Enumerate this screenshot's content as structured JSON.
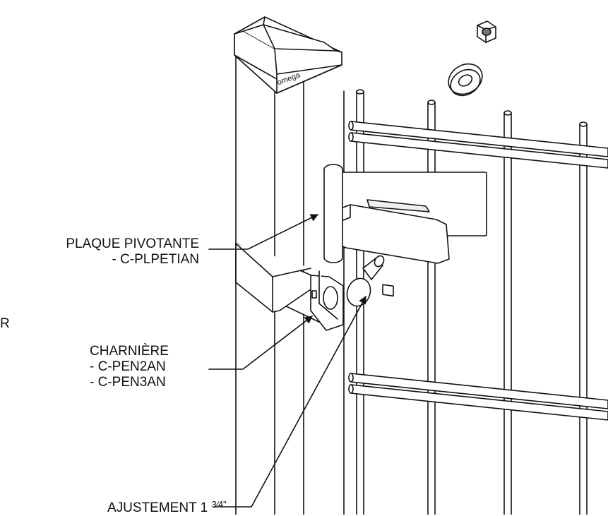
{
  "labels": {
    "plaque_title": "PLAQUE PIVOTANTE",
    "plaque_code": "- C-PLPETIAN",
    "charniere_title": "CHARNIÈRE",
    "charniere_code_1": "- C-PEN2AN",
    "charniere_code_2": "- C-PEN3AN",
    "ajustement": "AJUSTEMENT 1",
    "ajustement_frac": "3⁄4\"",
    "cut_letter": "R"
  },
  "branding": {
    "cap_logo_text": "omega"
  },
  "colors": {
    "line": "#111111",
    "fill": "#ffffff",
    "shade": "#e9e9e9"
  }
}
